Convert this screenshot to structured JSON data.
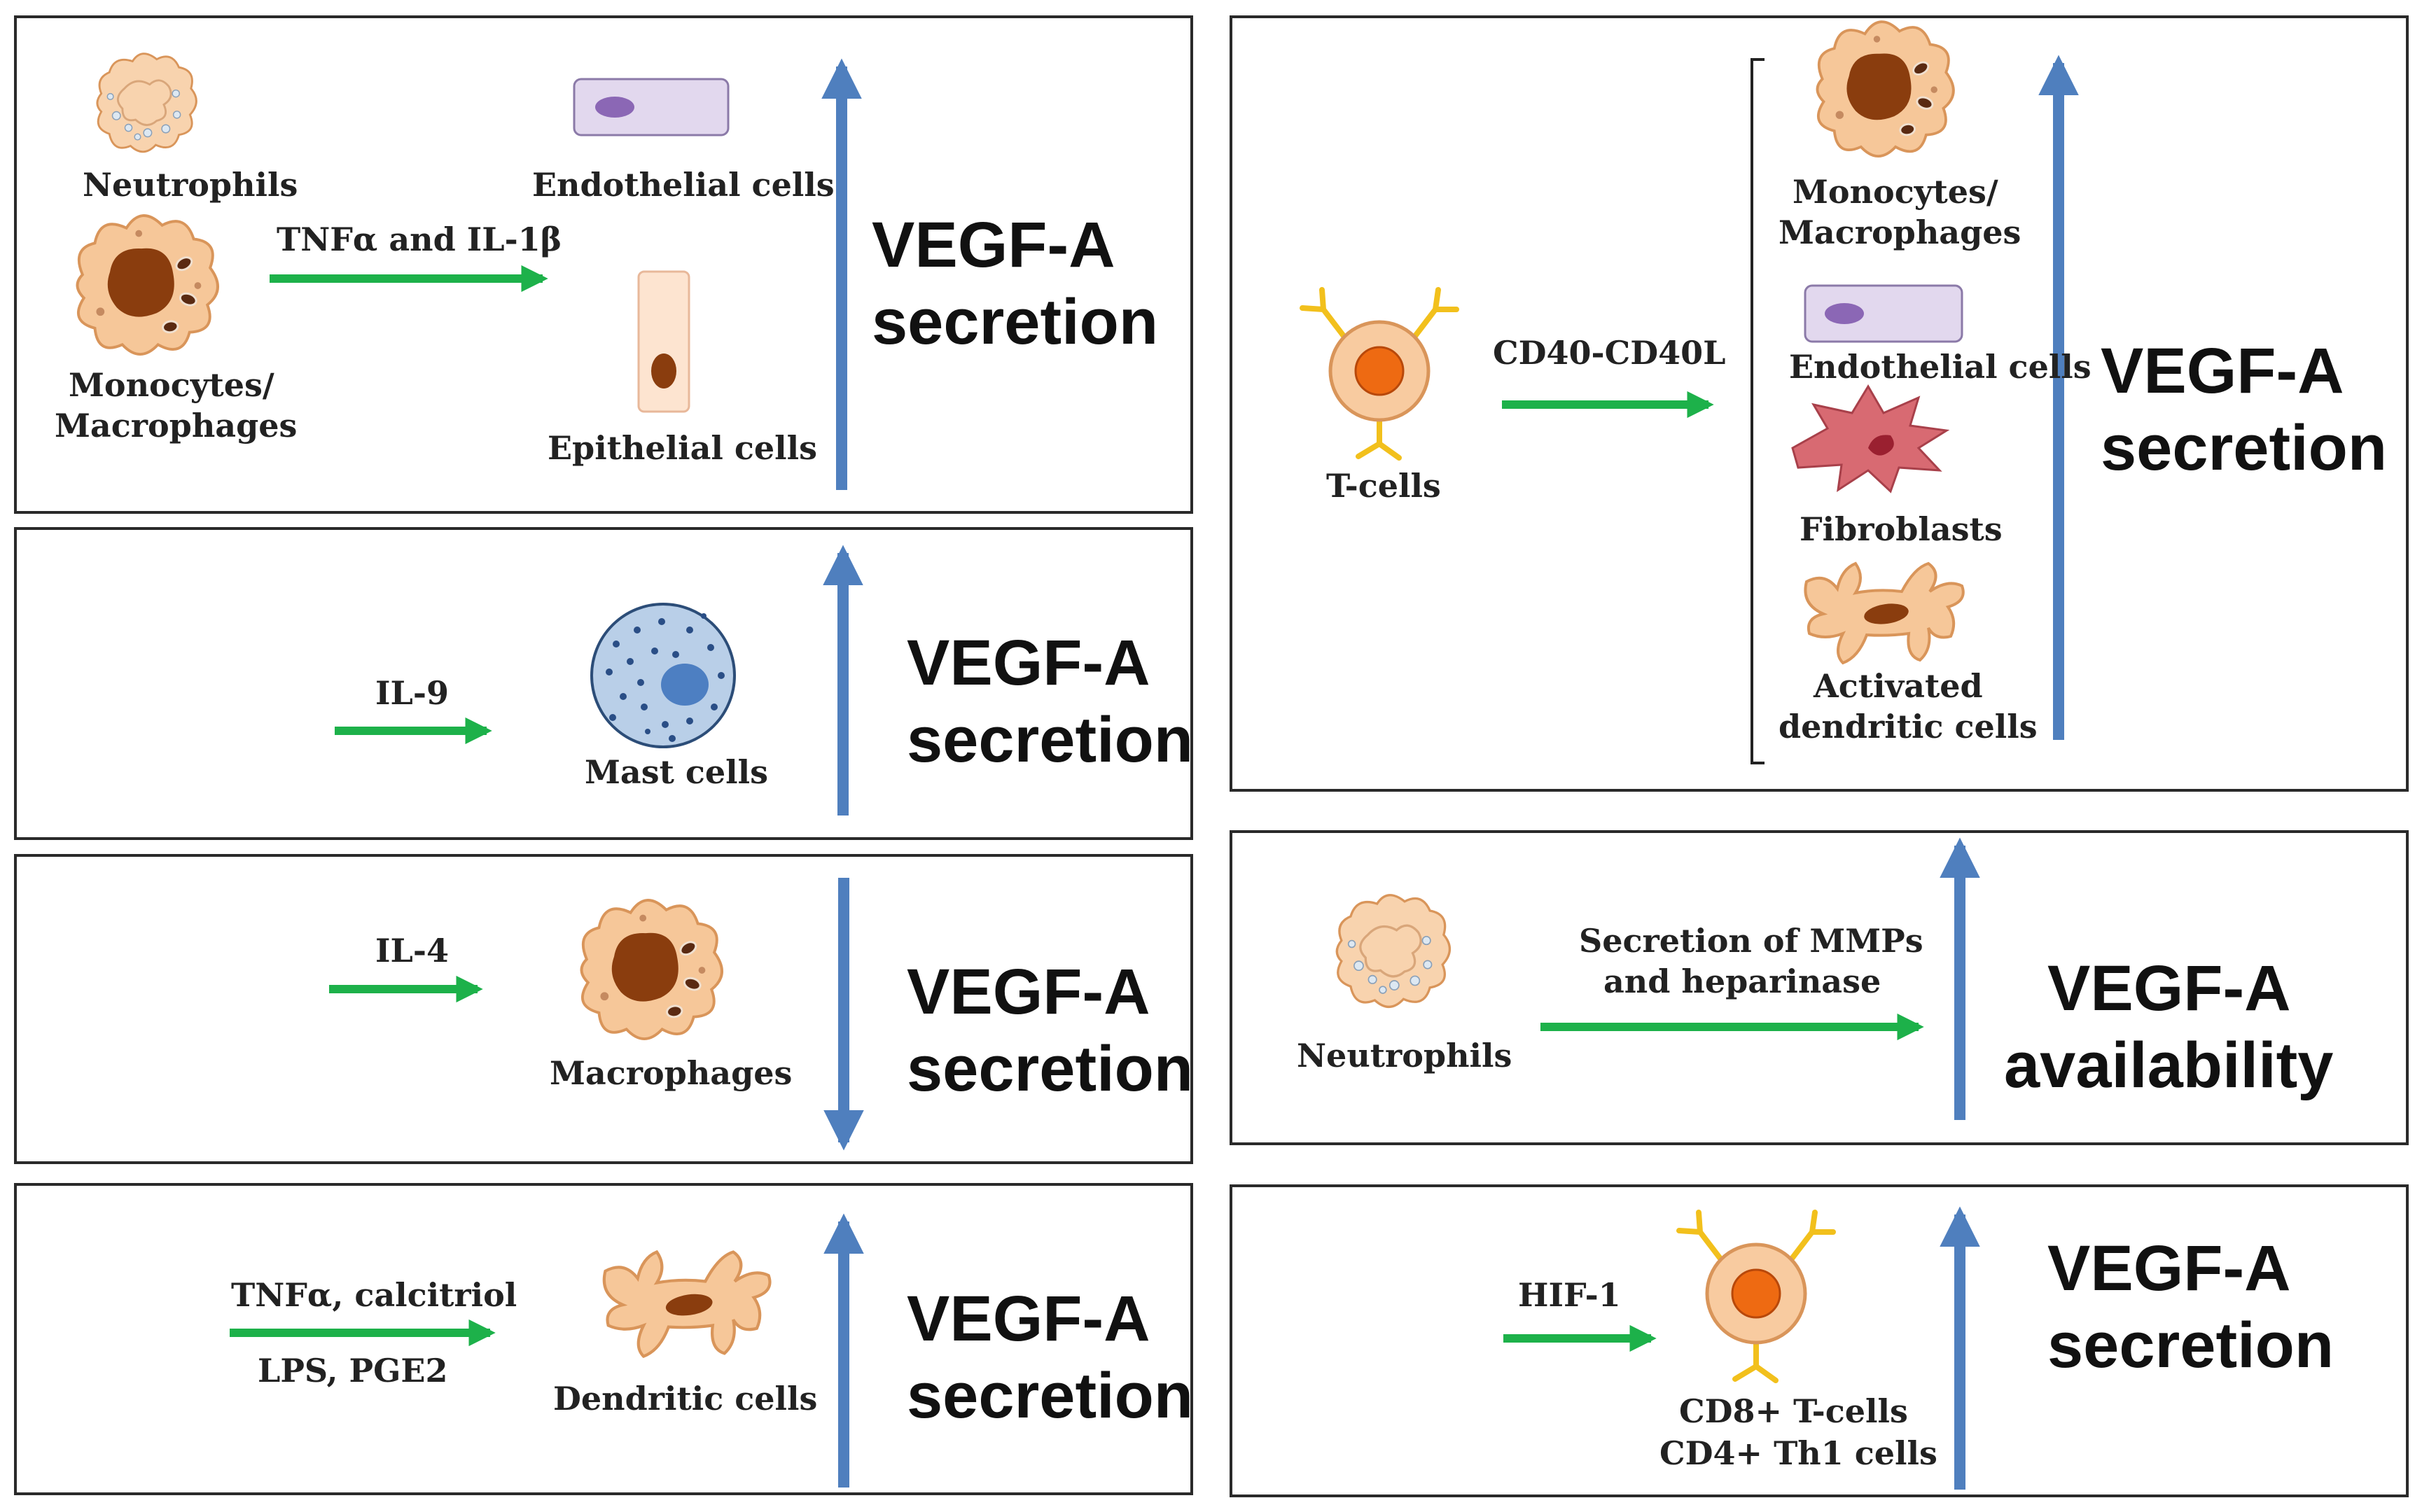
{
  "colors": {
    "signal_arrow": "#1db14a",
    "effect_arrow": "#4f7fbe",
    "cell_fill": "#f6c799",
    "cell_outline": "#d9955a",
    "nucleus": "#8a3d0e",
    "endothelial_fill": "#e2d8ee",
    "endothelial_nucleus": "#8b67b5",
    "mast_fill": "#b9cfe8",
    "mast_nucleus": "#4d7fc2",
    "fibroblast_fill": "#d86a72",
    "tcell_nucleus": "#ee6a12",
    "border": "#2a2a2a"
  },
  "panels": {
    "p1": {
      "neutrophils": "Neutrophils",
      "monocytes_1": "Monocytes/",
      "monocytes_2": "Macrophages",
      "signal": "TNFα and IL-1β",
      "endothelial": "Endothelial cells",
      "epithelial": "Epithelial cells",
      "effect_1": "VEGF-A",
      "effect_2": "secretion",
      "direction": "up"
    },
    "p2": {
      "signal": "IL-9",
      "cell": "Mast cells",
      "effect_1": "VEGF-A",
      "effect_2": "secretion",
      "direction": "up"
    },
    "p3": {
      "signal": "IL-4",
      "cell": "Macrophages",
      "effect_1": "VEGF-A",
      "effect_2": "secretion",
      "direction": "down"
    },
    "p4": {
      "signal_1": "TNFα, calcitriol",
      "signal_2": "LPS, PGE2",
      "cell": "Dendritic cells",
      "effect_1": "VEGF-A",
      "effect_2": "secretion",
      "direction": "up"
    },
    "p5": {
      "source": "T-cells",
      "signal": "CD40-CD40L",
      "monocytes_1": "Monocytes/",
      "monocytes_2": "Macrophages",
      "endothelial": "Endothelial cells",
      "fibroblasts": "Fibroblasts",
      "dendritic_1": "Activated",
      "dendritic_2": "dendritic cells",
      "effect_1": "VEGF-A",
      "effect_2": "secretion",
      "direction": "up"
    },
    "p6": {
      "source": "Neutrophils",
      "signal_1": "Secretion of MMPs",
      "signal_2": "and heparinase",
      "effect_1": "VEGF-A",
      "effect_2": "availability",
      "direction": "up"
    },
    "p7": {
      "signal": "HIF-1",
      "cell_1": "CD8+ T-cells",
      "cell_2": "CD4+ Th1 cells",
      "effect_1": "VEGF-A",
      "effect_2": "secretion",
      "direction": "up"
    }
  }
}
